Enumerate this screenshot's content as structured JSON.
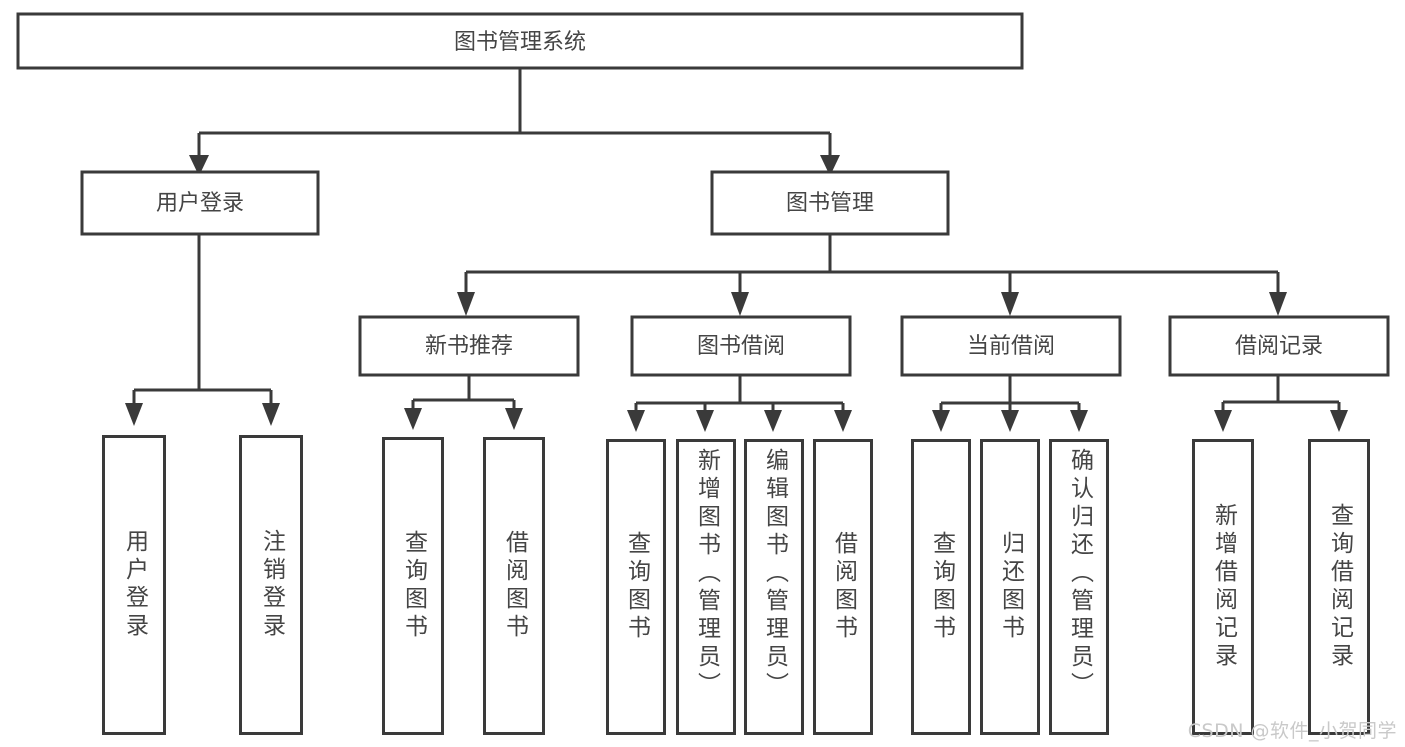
{
  "diagram": {
    "title": "图书管理系统",
    "type": "tree-hierarchy",
    "watermark": "CSDN @软件_小贺同学",
    "colors": {
      "stroke": "#3a3a3a",
      "text": "#454545",
      "background": "#ffffff",
      "watermark": "#c9c9c9"
    },
    "root": {
      "label": "图书管理系统"
    },
    "level2": [
      {
        "label": "用户登录"
      },
      {
        "label": "图书管理"
      }
    ],
    "level3": [
      {
        "label": "新书推荐"
      },
      {
        "label": "图书借阅"
      },
      {
        "label": "当前借阅"
      },
      {
        "label": "借阅记录"
      }
    ],
    "leaves": [
      {
        "label": "用户登录",
        "parent": "用户登录",
        "align": "center"
      },
      {
        "label": "注销登录",
        "parent": "用户登录",
        "align": "center"
      },
      {
        "label": "查询图书",
        "parent": "新书推荐",
        "align": "center"
      },
      {
        "label": "借阅图书",
        "parent": "新书推荐",
        "align": "center"
      },
      {
        "label": "查询图书",
        "parent": "图书借阅",
        "align": "center"
      },
      {
        "label": "新增图书（管理员）",
        "parent": "图书借阅",
        "align": "top"
      },
      {
        "label": "编辑图书（管理员）",
        "parent": "图书借阅",
        "align": "top"
      },
      {
        "label": "借阅图书",
        "parent": "图书借阅",
        "align": "center"
      },
      {
        "label": "查询图书",
        "parent": "当前借阅",
        "align": "center"
      },
      {
        "label": "归还图书",
        "parent": "当前借阅",
        "align": "center"
      },
      {
        "label": "确认归还（管理员）",
        "parent": "当前借阅",
        "align": "top"
      },
      {
        "label": "新增借阅记录",
        "parent": "借阅记录",
        "align": "center"
      },
      {
        "label": "查询借阅记录",
        "parent": "借阅记录",
        "align": "center"
      }
    ]
  }
}
